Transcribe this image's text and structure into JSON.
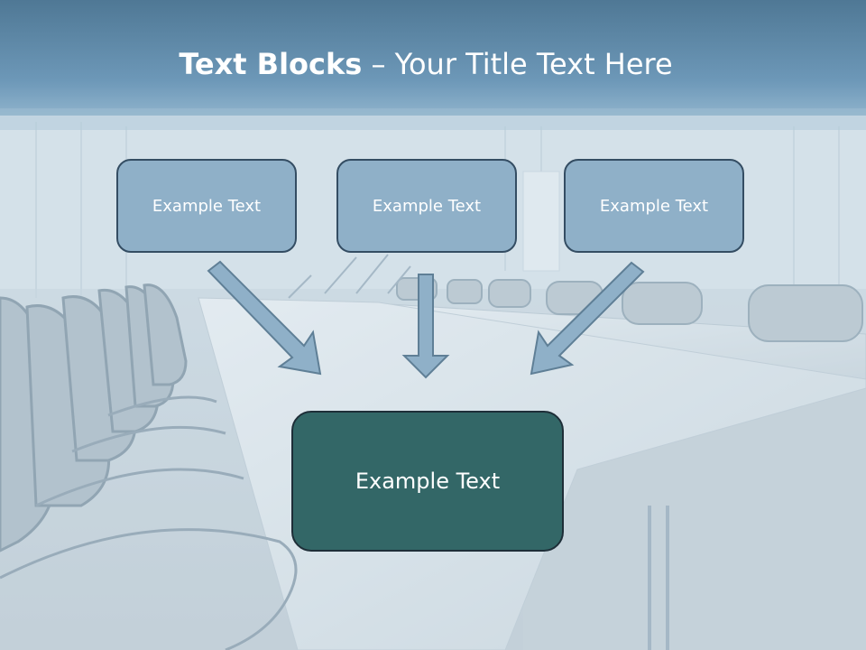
{
  "slide": {
    "title_bold": "Text Blocks",
    "title_separator": " – ",
    "title_rest": "Your Title Text Here"
  },
  "blocks": {
    "top": [
      {
        "text": "Example Text"
      },
      {
        "text": "Example Text"
      },
      {
        "text": "Example Text"
      }
    ],
    "bottom": {
      "text": "Example Text"
    }
  },
  "colors": {
    "header_band": "#5f8aab",
    "background": "#c9d6de",
    "small_block_fill": "#8fb0c8",
    "large_block_fill": "#336767",
    "arrow_fill": "#8fb0c8",
    "block_border": "#344d63"
  }
}
